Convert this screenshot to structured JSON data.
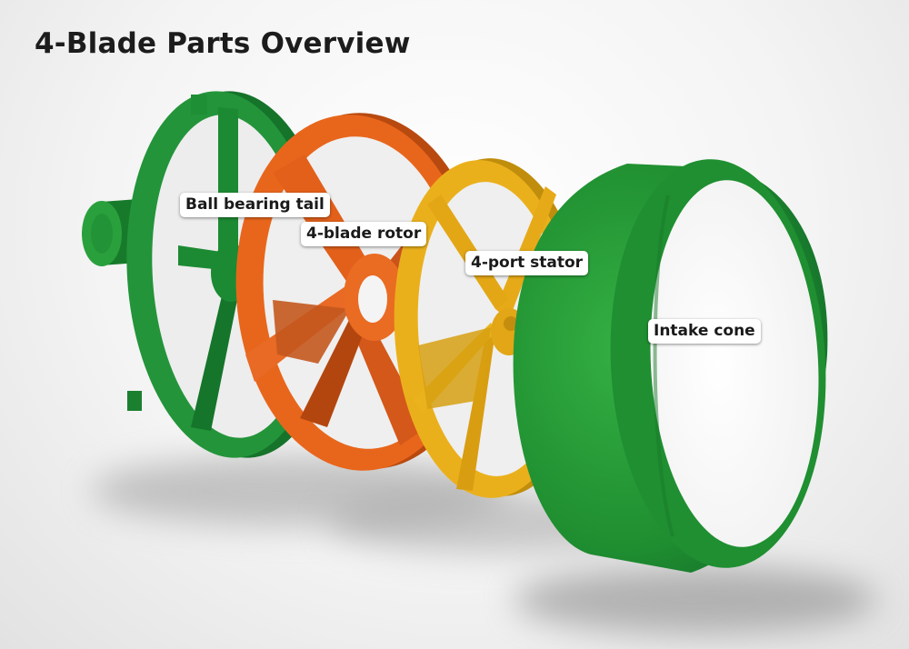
{
  "title": "4-Blade Parts Overview",
  "parts": [
    {
      "id": "tail",
      "label": "Ball bearing tail",
      "color": "#1e8a35"
    },
    {
      "id": "rotor",
      "label": "4-blade rotor",
      "color": "#e8641a"
    },
    {
      "id": "stator",
      "label": "4-port stator",
      "color": "#e8ad14"
    },
    {
      "id": "cone",
      "label": "Intake cone",
      "color": "#23942f"
    }
  ]
}
